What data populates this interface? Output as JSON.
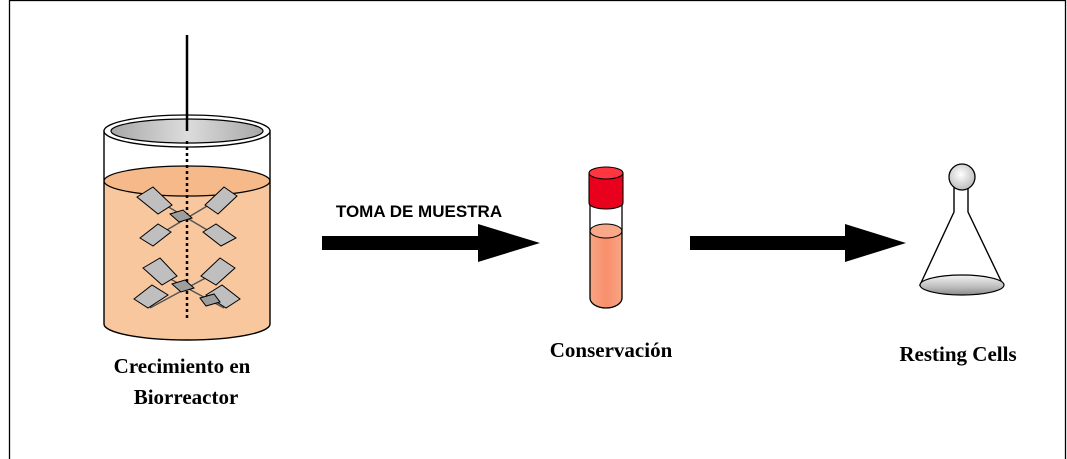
{
  "steps": [
    {
      "caption_line1": "Crecimiento en",
      "caption_line2": "Biorreactor"
    },
    {
      "caption": "Conservación"
    },
    {
      "caption": "Resting Cells"
    }
  ],
  "arrows": [
    {
      "label": "TOMA DE MUESTRA"
    },
    {
      "label": ""
    }
  ],
  "colors": {
    "liquid": "#f9c79e",
    "liquid_dark": "#f2a57c",
    "tube_cap": "#e8001c",
    "tube_liquid": "#f79a77",
    "impeller": "#c0c0c0",
    "lid": "#c9c9c9"
  }
}
